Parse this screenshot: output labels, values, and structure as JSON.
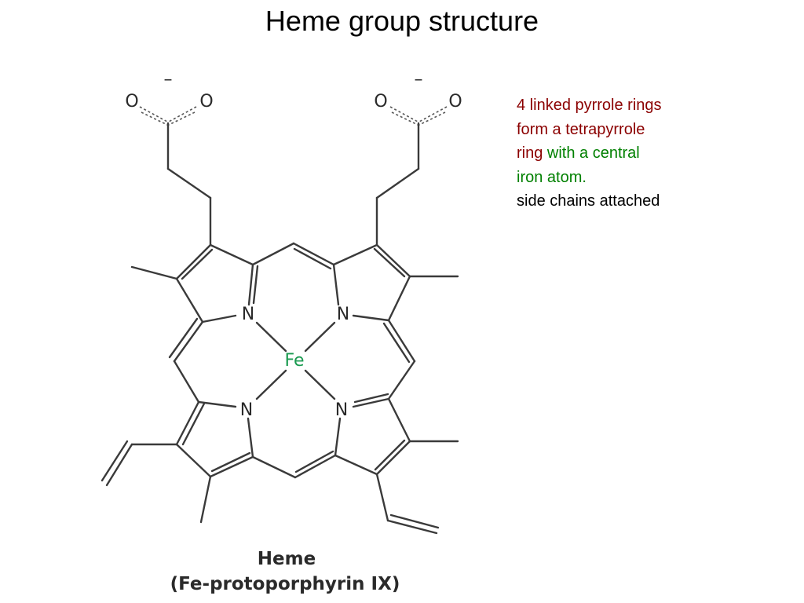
{
  "title": "Heme group structure",
  "note": {
    "line1": "4 linked pyrrole rings",
    "line2": "form a tetrapyrrole",
    "line3_red": "ring ",
    "line3_green": "with a central",
    "line4": "iron atom.",
    "line5": "side chains attached"
  },
  "atoms": {
    "oxygen": "O",
    "nitrogen": "N",
    "iron": "Fe",
    "charge": "–"
  },
  "caption": {
    "line1": "Heme",
    "line2": "(Fe-protoporphyrin IX)"
  },
  "colors": {
    "title": "#000000",
    "note_red": "#8b0000",
    "note_green": "#008000",
    "iron": "#1a9a50"
  }
}
